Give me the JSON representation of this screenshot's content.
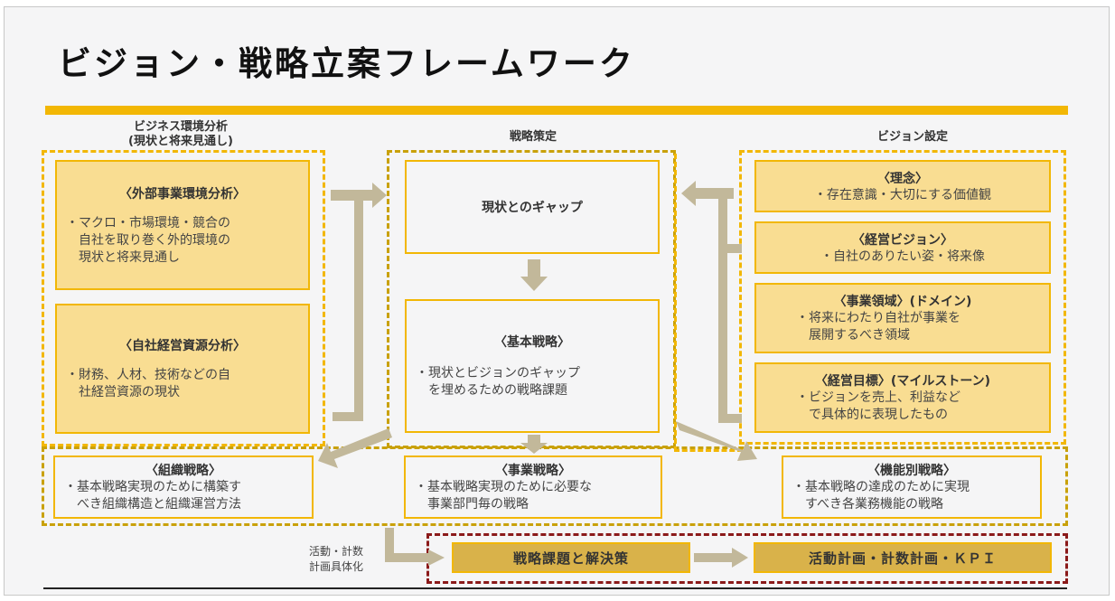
{
  "title": "ビジョン・戦略立案フレームワーク",
  "colors": {
    "accent": "#f2b705",
    "box_fill": "#f9dd92",
    "arrow": "#c2b89a",
    "dash_dark": "#c9a10a",
    "dash_red": "#8b1a1a",
    "gold_fill": "#d9b24a"
  },
  "columns": {
    "left": {
      "heading_line1": "ビジネス環境分析",
      "heading_line2": "(現状と将来見通し)"
    },
    "center": {
      "heading": "戦略策定"
    },
    "right": {
      "heading": "ビジョン設定"
    }
  },
  "left_boxes": [
    {
      "title": "〈外部事業環境分析〉",
      "body": "・マクロ・市場環境・競合の\n　自社を取り巻く外的環境の\n　現状と将来見通し"
    },
    {
      "title": "〈自社経営資源分析〉",
      "body": "・財務、人材、技術などの自\n　社経営資源の現状"
    }
  ],
  "center_boxes": [
    {
      "title": "現状とのギャップ"
    },
    {
      "title": "〈基本戦略〉",
      "body": "・現状とビジョンのギャップ\n　を埋めるための戦略課題"
    }
  ],
  "right_boxes": [
    {
      "title": "〈理念〉",
      "body": "・存在意識・大切にする価値観"
    },
    {
      "title": "〈経営ビジョン〉",
      "body": "・自社のありたい姿・将来像"
    },
    {
      "title": "〈事業領域〉(ドメイン)",
      "body": "・将来にわたり自社が事業を\n　展開するべき領域"
    },
    {
      "title": "〈経営目標〉(マイルストーン)",
      "body": "・ビジョンを売上、利益など\n　で具体的に表現したもの"
    }
  ],
  "strategy_row": [
    {
      "title": "〈組織戦略〉",
      "body": "・基本戦略実現のために構築す\n　べき組織構造と組織運営方法"
    },
    {
      "title": "〈事業戦略〉",
      "body": "・基本戦略実現のために必要な\n　事業部門毎の戦略"
    },
    {
      "title": "〈機能別戦略〉",
      "body": "・基本戦略の達成のために実現\n　すべき各業務機能の戦略"
    }
  ],
  "side_note": "活動・計数\n計画具体化",
  "plan_row": [
    {
      "label": "戦略課題と解決策"
    },
    {
      "label": "活動計画・計数計画・ＫＰＩ"
    }
  ]
}
